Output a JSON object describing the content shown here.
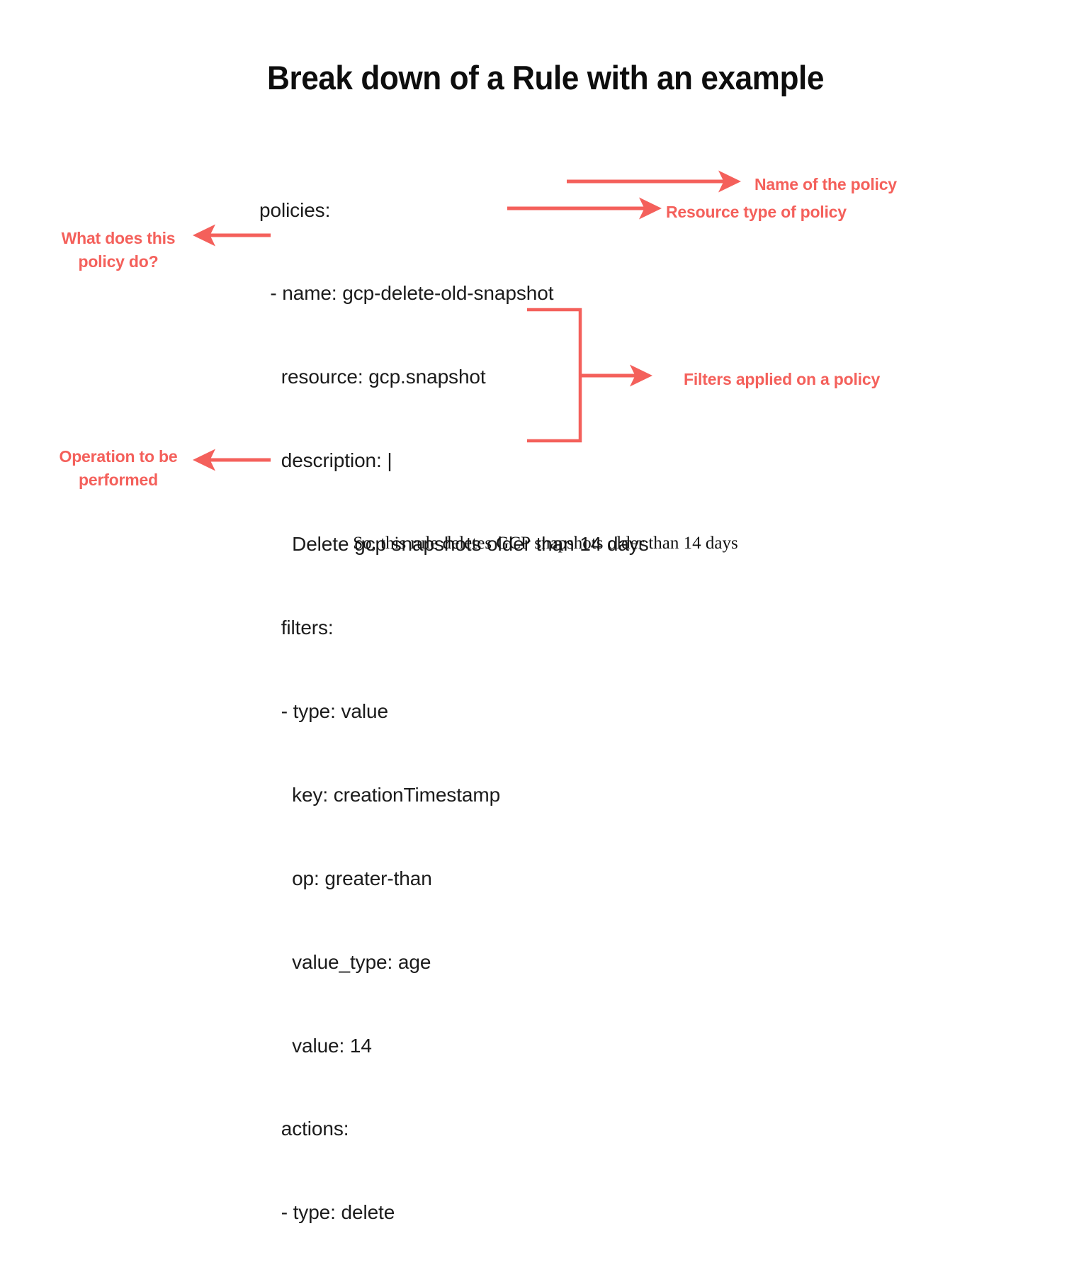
{
  "page": {
    "background": "#ffffff",
    "accent_red": "#F4605B",
    "text_color": "#1b1b1b"
  },
  "title": "Break down of a Rule with an example",
  "yaml": {
    "lines": [
      "policies:",
      "  - name: gcp-delete-old-snapshot",
      "    resource: gcp.snapshot",
      "    description: |",
      "      Delete gcp snapshots older than 14 days",
      "    filters:",
      "    - type: value",
      "      key: creationTimestamp",
      "      op: greater-than",
      "      value_type: age",
      "      value: 14",
      "    actions:",
      "    - type: delete"
    ]
  },
  "annotations": {
    "name_of_policy": "Name of the policy",
    "resource_type": "Resource type of policy",
    "filters_applied": "Filters applied on a policy",
    "what_does_policy_do": "What does this policy do?",
    "operation_performed": "Operation to be performed"
  },
  "caption": "So, this rule deletes GCP snapshots older than 14 days",
  "icons": {
    "arrow_right_name": "arrow-right-icon",
    "arrow_right_resource": "arrow-right-icon",
    "arrow_right_filters": "arrow-right-icon",
    "arrow_left_description": "arrow-left-icon",
    "arrow_left_actions": "arrow-left-icon",
    "bracket_filters": "bracket-icon"
  }
}
